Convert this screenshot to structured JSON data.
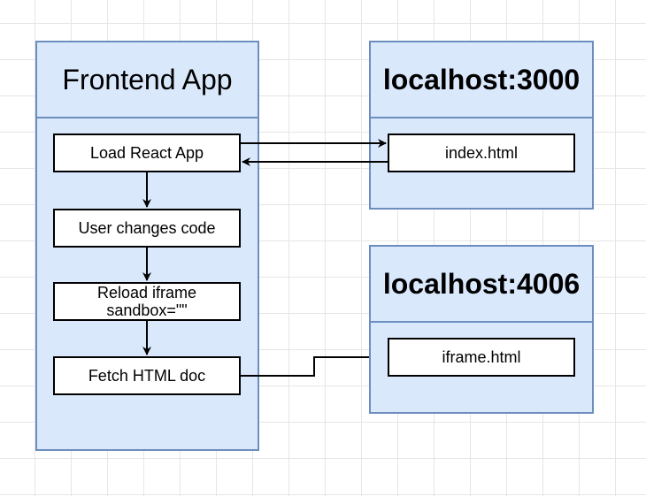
{
  "frontend": {
    "title": "Frontend App",
    "steps": {
      "load": "Load React App",
      "change": "User changes code",
      "reload_line1": "Reload iframe",
      "reload_line2": "sandbox=\"\"",
      "fetch": "Fetch HTML doc"
    }
  },
  "server_3000": {
    "title": "localhost:3000",
    "file": "index.html"
  },
  "server_4006": {
    "title": "localhost:4006",
    "file": "iframe.html"
  },
  "colors": {
    "container_fill": "#dae8fc",
    "container_stroke": "#6c8ebf",
    "node_fill": "#ffffff",
    "edge": "#000000"
  }
}
